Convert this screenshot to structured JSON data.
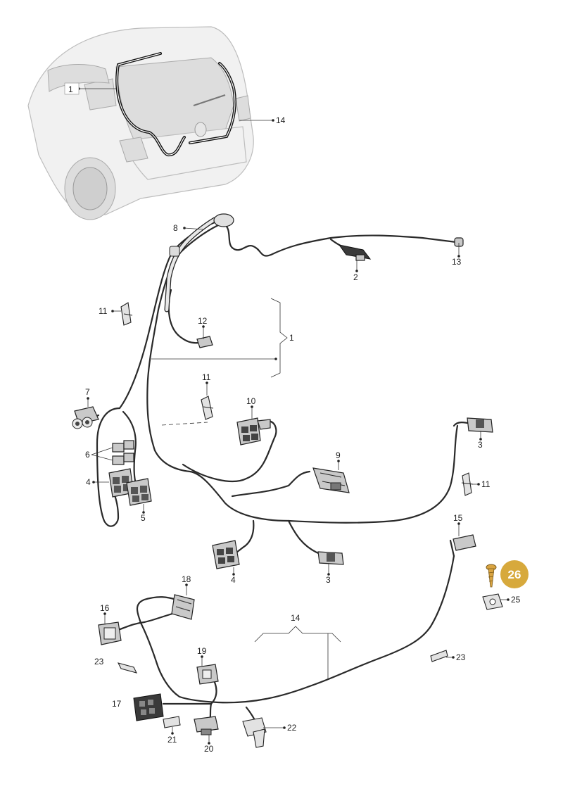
{
  "callouts": [
    {
      "id": "c1a",
      "label": "1"
    },
    {
      "id": "c14a",
      "label": "14"
    },
    {
      "id": "c8",
      "label": "8"
    },
    {
      "id": "c13",
      "label": "13"
    },
    {
      "id": "c2",
      "label": "2"
    },
    {
      "id": "c11a",
      "label": "11"
    },
    {
      "id": "c12",
      "label": "12"
    },
    {
      "id": "c1b",
      "label": "1"
    },
    {
      "id": "c11b",
      "label": "11"
    },
    {
      "id": "c7",
      "label": "7"
    },
    {
      "id": "c10",
      "label": "10"
    },
    {
      "id": "c3a",
      "label": "3"
    },
    {
      "id": "c6",
      "label": "6"
    },
    {
      "id": "c9",
      "label": "9"
    },
    {
      "id": "c4a",
      "label": "4"
    },
    {
      "id": "c11c",
      "label": "11"
    },
    {
      "id": "c5",
      "label": "5"
    },
    {
      "id": "c15",
      "label": "15"
    },
    {
      "id": "c4b",
      "label": "4"
    },
    {
      "id": "c3b",
      "label": "3"
    },
    {
      "id": "c25",
      "label": "25"
    },
    {
      "id": "c18",
      "label": "18"
    },
    {
      "id": "c16",
      "label": "16"
    },
    {
      "id": "c14b",
      "label": "14"
    },
    {
      "id": "c23a",
      "label": "23"
    },
    {
      "id": "c23b",
      "label": "23"
    },
    {
      "id": "c19",
      "label": "19"
    },
    {
      "id": "c17",
      "label": "17"
    },
    {
      "id": "c22",
      "label": "22"
    },
    {
      "id": "c21",
      "label": "21"
    },
    {
      "id": "c20",
      "label": "20"
    }
  ],
  "badge": {
    "label": "26",
    "color": "#d7a93c"
  },
  "colors": {
    "line": "#2a2a2a",
    "part": "#c9c9c9",
    "car": "#f1f1f1"
  }
}
